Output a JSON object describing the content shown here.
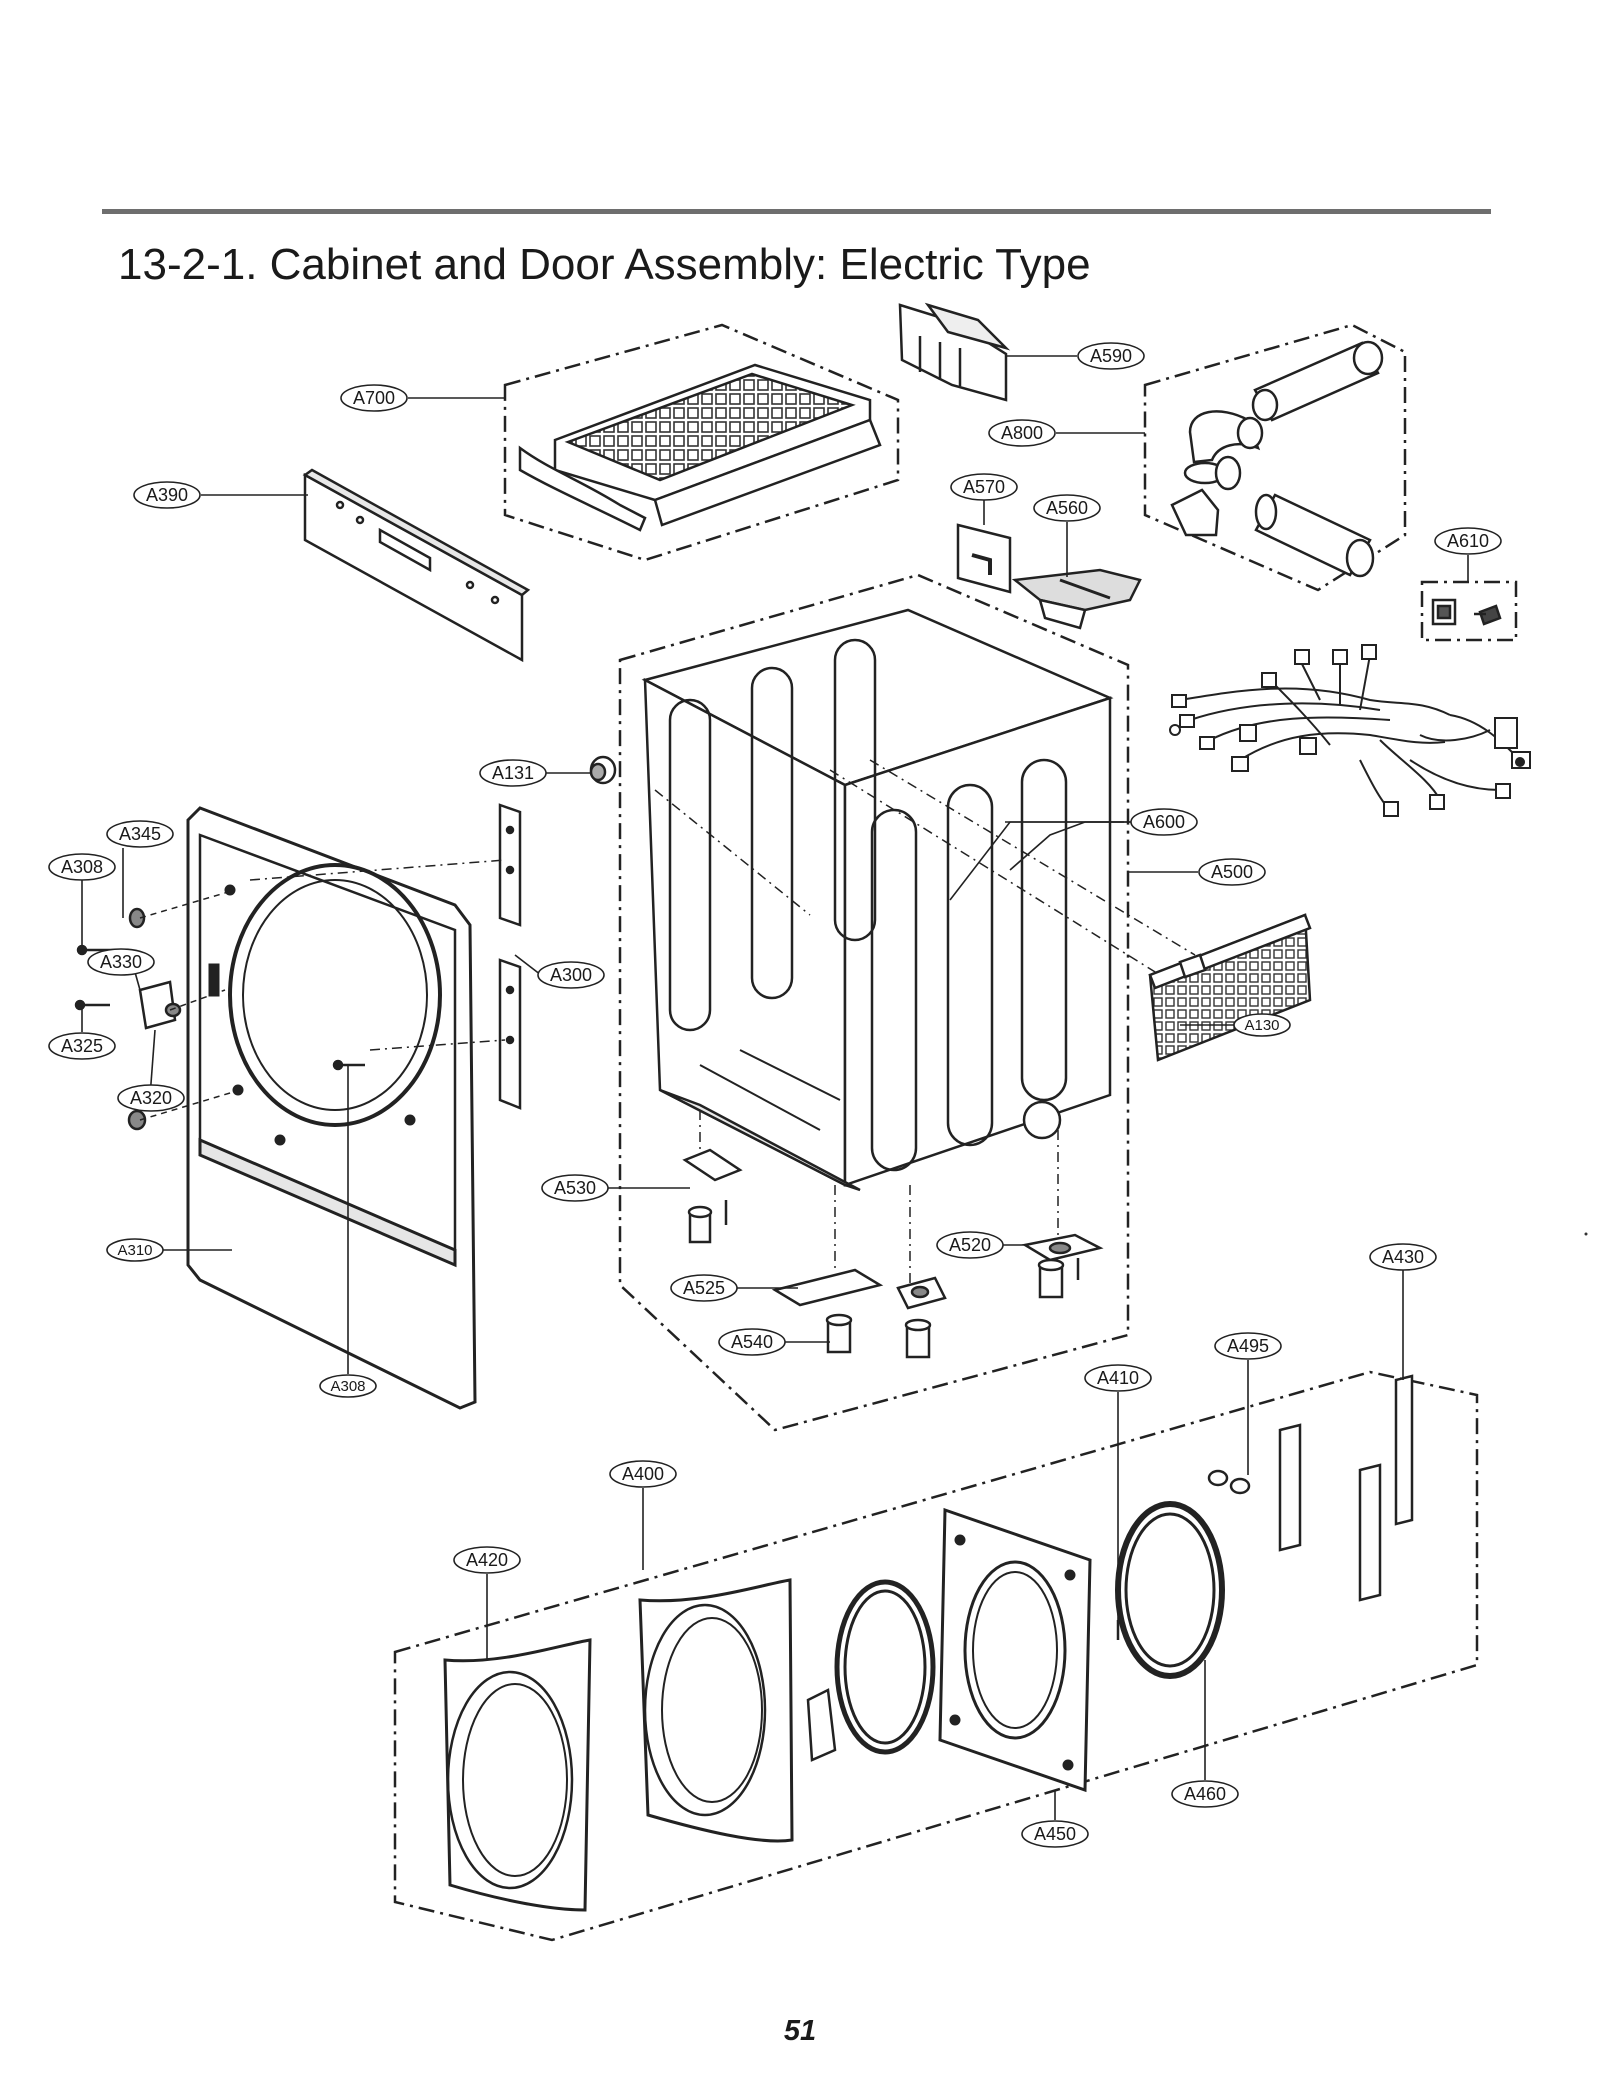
{
  "page": {
    "title": "13-2-1. Cabinet and Door Assembly: Electric Type",
    "page_number": "51"
  },
  "callouts": [
    {
      "id": "A590"
    },
    {
      "id": "A700"
    },
    {
      "id": "A800"
    },
    {
      "id": "A390"
    },
    {
      "id": "A570"
    },
    {
      "id": "A560"
    },
    {
      "id": "A610"
    },
    {
      "id": "A131"
    },
    {
      "id": "A600"
    },
    {
      "id": "A345"
    },
    {
      "id": "A308"
    },
    {
      "id": "A500"
    },
    {
      "id": "A330"
    },
    {
      "id": "A300"
    },
    {
      "id": "A325"
    },
    {
      "id": "A130"
    },
    {
      "id": "A320"
    },
    {
      "id": "A530"
    },
    {
      "id": "A520"
    },
    {
      "id": "A310"
    },
    {
      "id": "A430"
    },
    {
      "id": "A525"
    },
    {
      "id": "A540"
    },
    {
      "id": "A495"
    },
    {
      "id": "A410"
    },
    {
      "id": "A308"
    },
    {
      "id": "A400"
    },
    {
      "id": "A420"
    },
    {
      "id": "A460"
    },
    {
      "id": "A450"
    }
  ]
}
